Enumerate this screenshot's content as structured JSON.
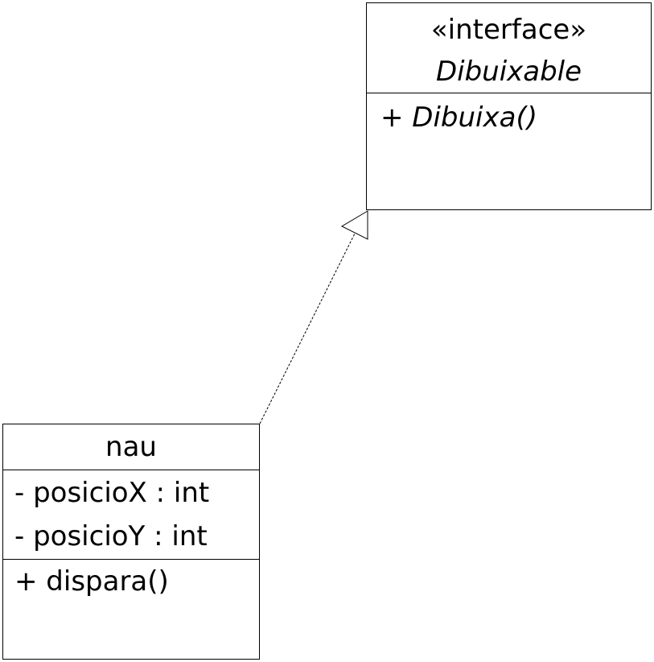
{
  "interface_class": {
    "stereotype": "«interface»",
    "name": "Dibuixable",
    "operations": [
      "+ Dibuixa()"
    ]
  },
  "nau_class": {
    "name": "nau",
    "attributes": [
      "- posicioX : int",
      "- posicioY : int"
    ],
    "operations": [
      "+ dispara()"
    ]
  },
  "relationship": {
    "type": "realization",
    "from": "nau",
    "to": "Dibuixable"
  },
  "colors": {
    "line": "#000000",
    "background": "#ffffff"
  }
}
